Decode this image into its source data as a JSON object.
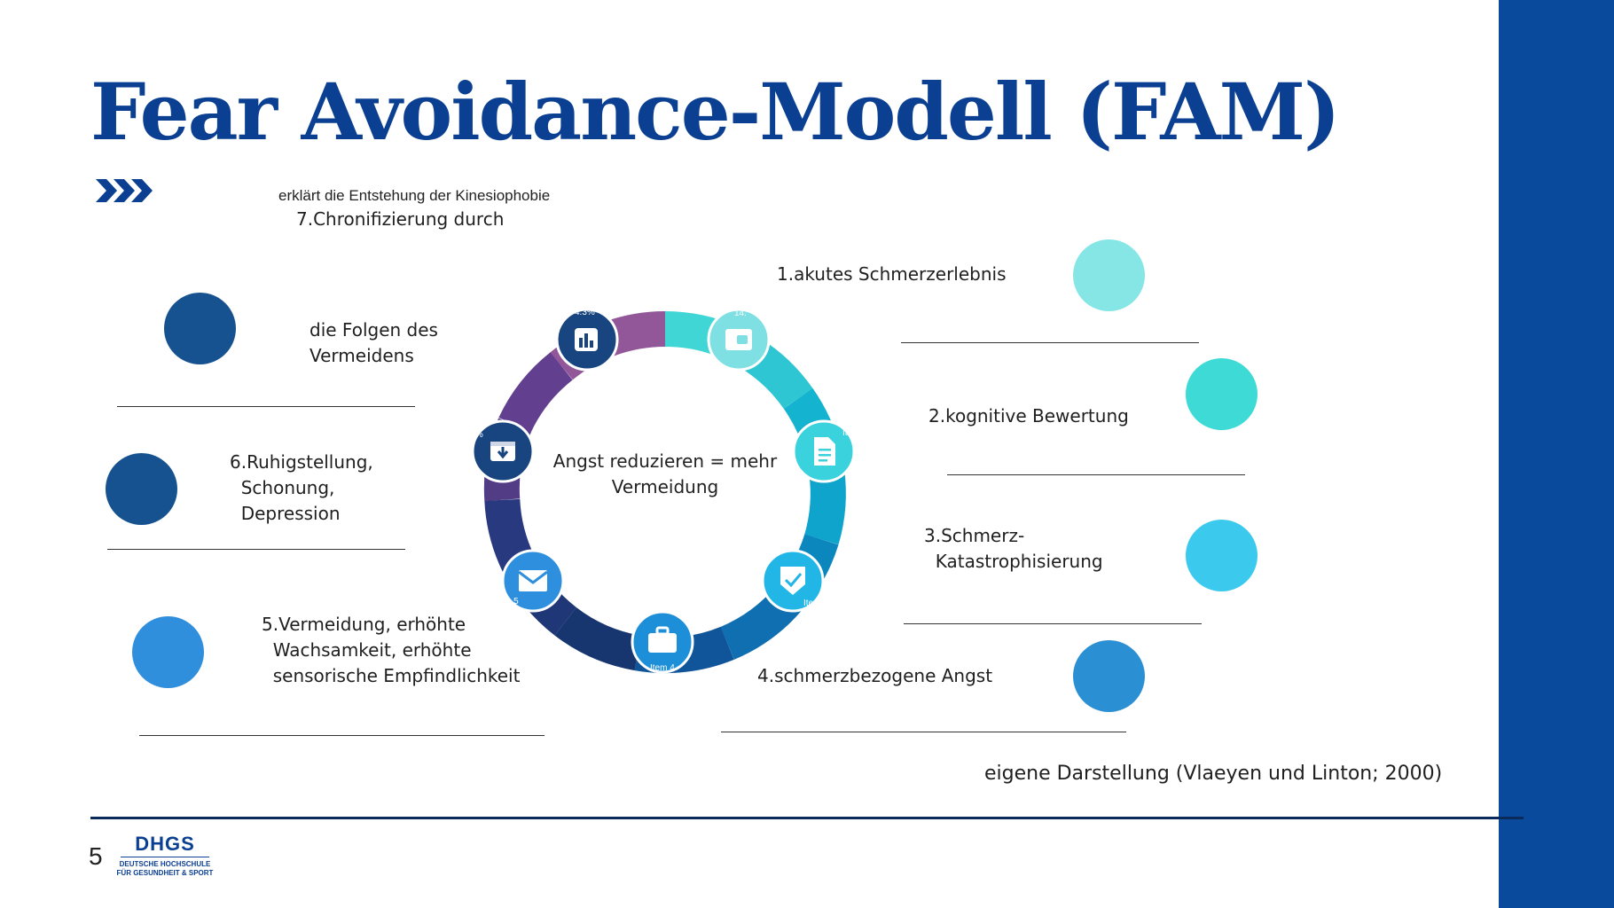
{
  "slide": {
    "title": "Fear Avoidance-Modell (FAM)",
    "subtitle": "erklärt die Entstehung der Kinesiophobie",
    "page_number": "5",
    "source_note": "eigene Darstellung (Vlaeyen und Linton; 2000)"
  },
  "cycle": {
    "center_text": "Angst reduzieren = mehr Vermeidung",
    "steps": [
      {
        "label": "7.Chronifizierung durch"
      },
      {
        "label": "1.akutes Schmerzerlebnis"
      },
      {
        "label": "2.kognitive Bewertung"
      },
      {
        "label": "3.Schmerz-\n  Katastrophisierung"
      },
      {
        "label": "4.schmerzbezogene Angst"
      },
      {
        "label": "5.Vermeidung, erhöhte\n  Wachsamkeit, erhöhte\n  sensorische Empfindlichkeit"
      },
      {
        "label": "6.Ruhigstellung,\n  Schonung,\n  Depression"
      },
      {
        "label": "die Folgen des\nVermeidens"
      }
    ],
    "wheel_icons": [
      "chart-icon",
      "wallet-icon",
      "document-icon",
      "check-shield-icon",
      "briefcase-icon",
      "mail-icon",
      "download-box-icon"
    ],
    "wheel_fragments": [
      "4.3%",
      "14.",
      "Ite\n14",
      "Item",
      "Item 4",
      "m 5",
      "6\n3%"
    ]
  },
  "colors": {
    "title": "#0b3f92",
    "side_bar": "#0a4a9c",
    "step1": "#86e6e6",
    "step2": "#3ddad6",
    "step3": "#3cc9ee",
    "step4": "#2b8fd4",
    "step5": "#2f8fdc",
    "step6": "#175290",
    "step7": "#175290"
  },
  "logo": {
    "name": "DHGS",
    "line1": "DEUTSCHE HOCHSCHULE",
    "line2": "FÜR GESUNDHEIT & SPORT"
  }
}
